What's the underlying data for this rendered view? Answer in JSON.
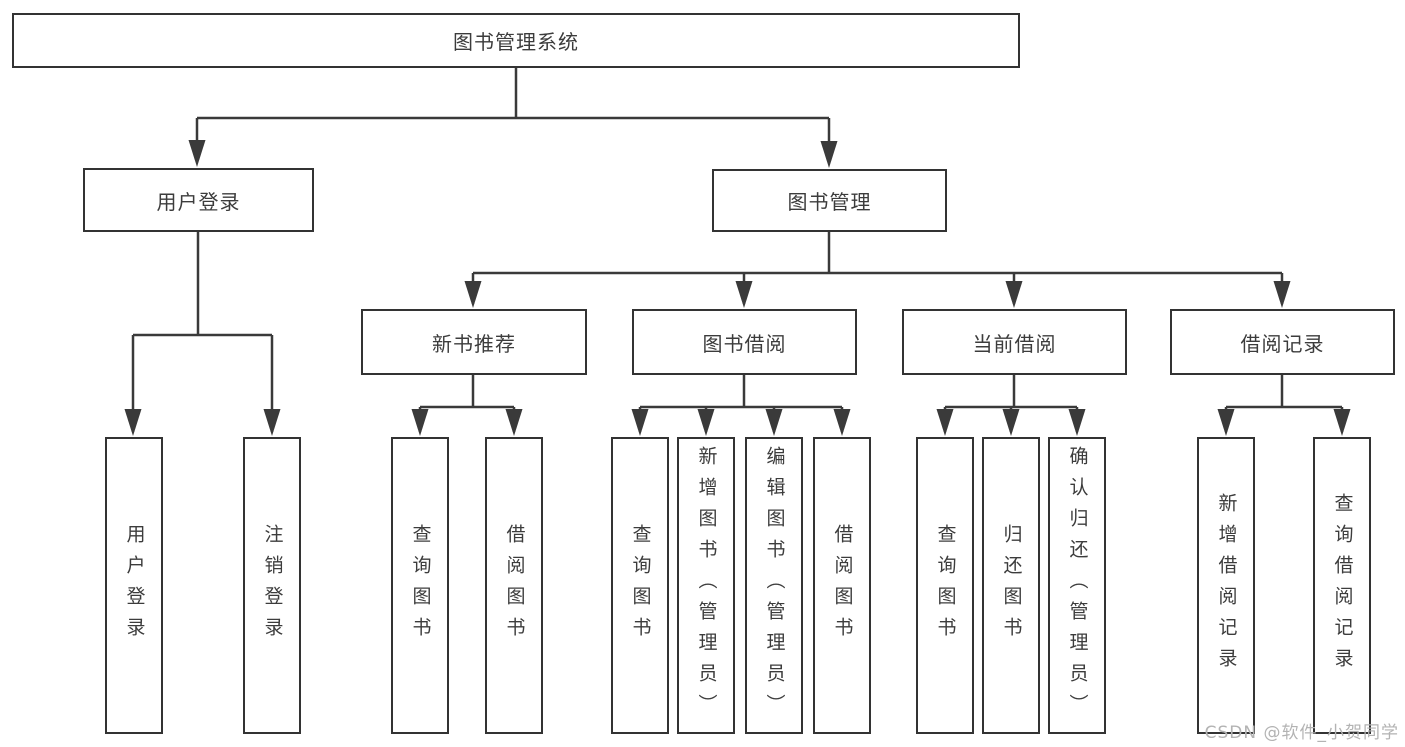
{
  "diagram": {
    "root": {
      "label": "图书管理系统"
    },
    "level2": [
      {
        "label": "用户登录"
      },
      {
        "label": "图书管理"
      }
    ],
    "level3": [
      {
        "label": "新书推荐"
      },
      {
        "label": "图书借阅"
      },
      {
        "label": "当前借阅"
      },
      {
        "label": "借阅记录"
      }
    ],
    "leaves": [
      {
        "label": "用户登录"
      },
      {
        "label": "注销登录"
      },
      {
        "label": "查询图书"
      },
      {
        "label": "借阅图书"
      },
      {
        "label": "查询图书"
      },
      {
        "label": "新增图书（管理员）"
      },
      {
        "label": "编辑图书（管理员）"
      },
      {
        "label": "借阅图书"
      },
      {
        "label": "查询图书"
      },
      {
        "label": "归还图书"
      },
      {
        "label": "确认归还（管理员）"
      },
      {
        "label": "新增借阅记录"
      },
      {
        "label": "查询借阅记录"
      }
    ],
    "watermark": "CSDN @软件_小贺同学",
    "colors": {
      "line": "#3a3a3a",
      "box_border": "#333333",
      "text": "#3c3c3c",
      "watermark": "#b3b3b3",
      "background": "#ffffff"
    }
  }
}
